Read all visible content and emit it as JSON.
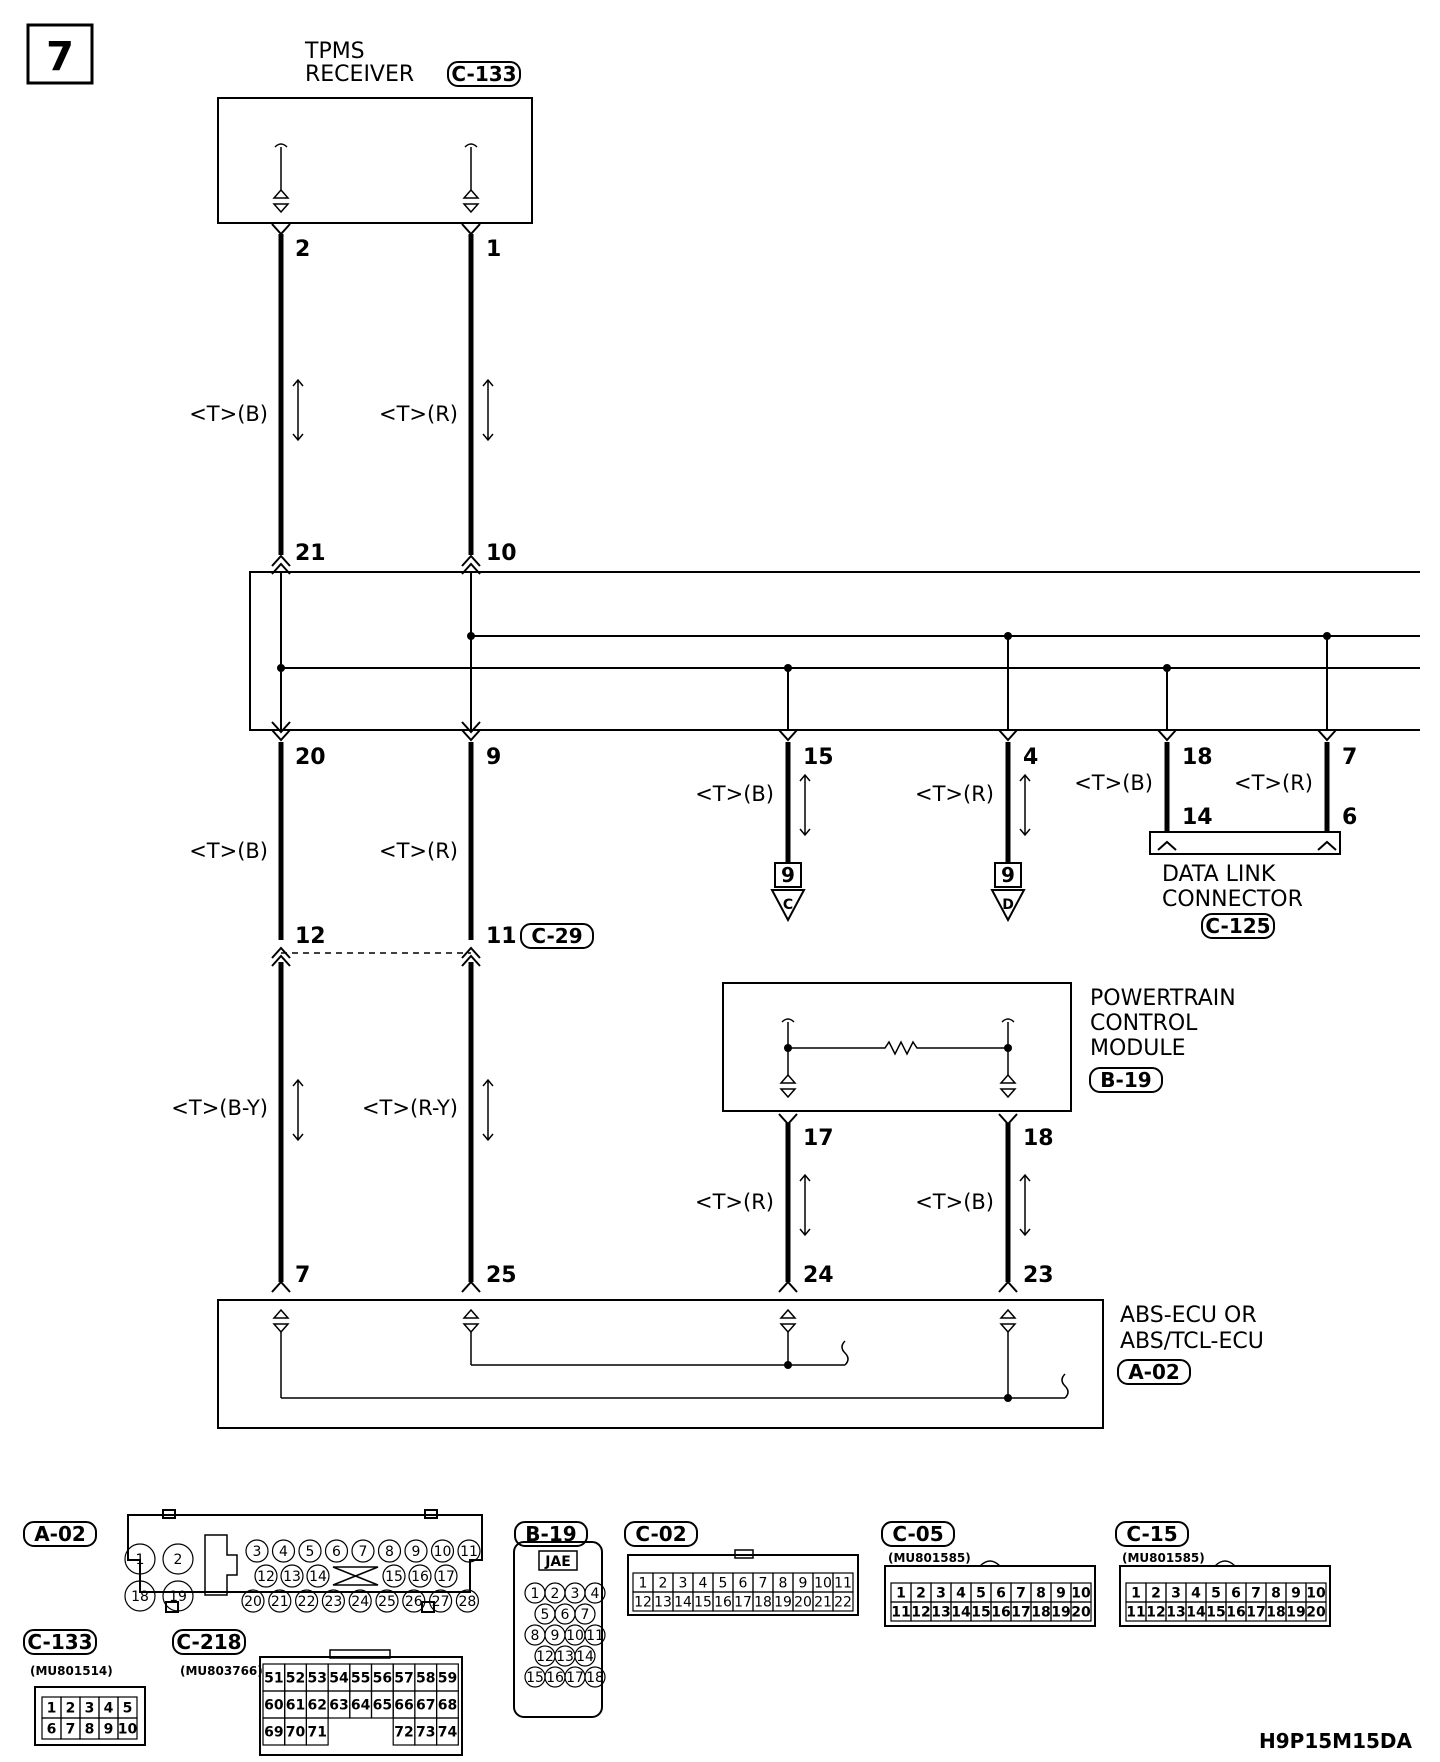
{
  "page_number": "7",
  "footer_code": "H9P15M15DA",
  "components": {
    "tpms": {
      "line1": "TPMS",
      "line2": "RECEIVER",
      "connector": "C-133"
    },
    "junction": {
      "connector": "C-29"
    },
    "dlc": {
      "line1": "DATA LINK",
      "line2": "CONNECTOR",
      "connector": "C-125"
    },
    "pcm": {
      "line1": "POWERTRAIN",
      "line2": "CONTROL",
      "line3": "MODULE",
      "connector": "B-19"
    },
    "abs": {
      "line1": "ABS-ECU OR",
      "line2": "ABS/TCL-ECU",
      "connector": "A-02"
    }
  },
  "pins": {
    "p2": "2",
    "p1": "1",
    "p21": "21",
    "p10": "10",
    "p20": "20",
    "p9": "9",
    "p15": "15",
    "p4": "4",
    "p18a": "18",
    "p7a": "7",
    "p14": "14",
    "p6": "6",
    "p12": "12",
    "p11": "11",
    "p17": "17",
    "p18b": "18",
    "p7b": "7",
    "p25": "25",
    "p24": "24",
    "p23": "23"
  },
  "wires": {
    "w1": "<T>(B)",
    "w2": "<T>(R)",
    "w3": "<T>(B)",
    "w4": "<T>(R)",
    "w5": "<T>(B)",
    "w6": "<T>(R)",
    "w7": "<T>(B)",
    "w8": "<T>(R)",
    "w9": "<T>(B-Y)",
    "w10": "<T>(R-Y)",
    "w11": "<T>(R)",
    "w12": "<T>(B)"
  },
  "offpage": {
    "c": {
      "number": "9",
      "letter": "C"
    },
    "d": {
      "number": "9",
      "letter": "D"
    }
  },
  "connector_views": {
    "a02": {
      "label": "A-02",
      "cavities": [
        "1",
        "2",
        "18",
        "19",
        "3",
        "4",
        "5",
        "6",
        "7",
        "8",
        "9",
        "10",
        "11",
        "12",
        "13",
        "14",
        "15",
        "16",
        "17",
        "20",
        "21",
        "22",
        "23",
        "24",
        "25",
        "26",
        "27",
        "28"
      ]
    },
    "b19": {
      "label": "B-19",
      "maker": "JAE",
      "cavities": [
        "1",
        "2",
        "3",
        "4",
        "5",
        "6",
        "7",
        "8",
        "9",
        "10",
        "11",
        "12",
        "13",
        "14",
        "15",
        "16",
        "17",
        "18"
      ]
    },
    "c02": {
      "label": "C-02",
      "row1": [
        "1",
        "2",
        "3",
        "4",
        "5",
        "6",
        "7",
        "8",
        "9",
        "10",
        "11"
      ],
      "row2": [
        "12",
        "13",
        "14",
        "15",
        "16",
        "17",
        "18",
        "19",
        "20",
        "21",
        "22"
      ]
    },
    "c05": {
      "label": "C-05",
      "part": "(MU801585)",
      "row1": [
        "1",
        "2",
        "3",
        "4",
        "5",
        "6",
        "7",
        "8",
        "9",
        "10"
      ],
      "row2": [
        "11",
        "12",
        "13",
        "14",
        "15",
        "16",
        "17",
        "18",
        "19",
        "20"
      ]
    },
    "c15": {
      "label": "C-15",
      "part": "(MU801585)",
      "row1": [
        "1",
        "2",
        "3",
        "4",
        "5",
        "6",
        "7",
        "8",
        "9",
        "10"
      ],
      "row2": [
        "11",
        "12",
        "13",
        "14",
        "15",
        "16",
        "17",
        "18",
        "19",
        "20"
      ]
    },
    "c133": {
      "label": "C-133",
      "part": "(MU801514)",
      "row1": [
        "1",
        "2",
        "3",
        "4",
        "5"
      ],
      "row2": [
        "6",
        "7",
        "8",
        "9",
        "10"
      ]
    },
    "c218": {
      "label": "C-218",
      "part": "(MU803766)",
      "row1": [
        "51",
        "52",
        "53",
        "54",
        "55",
        "56",
        "57",
        "58",
        "59"
      ],
      "row2": [
        "60",
        "61",
        "62",
        "63",
        "64",
        "65",
        "66",
        "67",
        "68"
      ],
      "row3": [
        "69",
        "70",
        "71",
        "",
        "",
        "",
        "72",
        "73",
        "74"
      ]
    }
  }
}
